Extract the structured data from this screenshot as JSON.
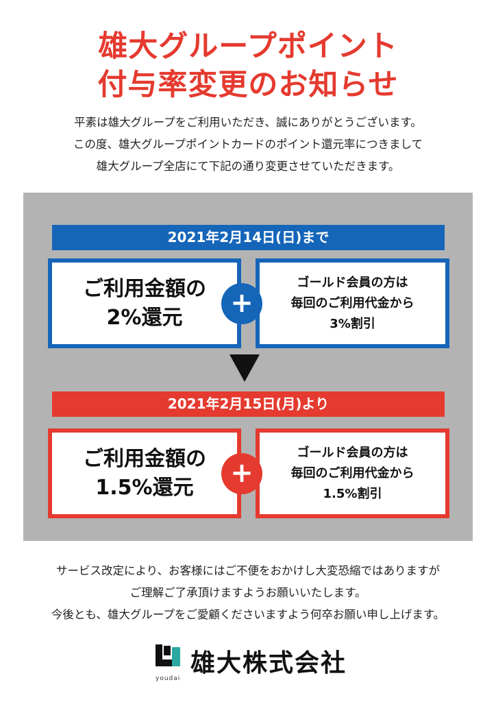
{
  "title": {
    "line1": "雄大グループポイント",
    "line2": "付与率変更のお知らせ"
  },
  "intro": {
    "line1": "平素は雄大グループをご利用いただき、誠にありがとうございます。",
    "line2": "この度、雄大グループポイントカードのポイント還元率につきまして",
    "line3": "雄大グループ全店にて下記の通り変更させていただきます。"
  },
  "before": {
    "period": "2021年2月14日(日)まで",
    "main_line1": "ご利用金額の",
    "main_line2": "2%還元",
    "plus": "+",
    "sub_line1": "ゴールド会員の方は",
    "sub_line2": "毎回のご利用代金から",
    "sub_line3": "3%割引"
  },
  "after": {
    "period": "2021年2月15日(月)より",
    "main_line1": "ご利用金額の",
    "main_line2": "1.5%還元",
    "plus": "+",
    "sub_line1": "ゴールド会員の方は",
    "sub_line2": "毎回のご利用代金から",
    "sub_line3": "1.5%割引"
  },
  "outro": {
    "line1": "サービス改定により、お客様にはご不便をおかけし大変恐縮ではありますが",
    "line2": "ご理解ご了承頂けますようお願いいたします。",
    "line3": "今後とも、雄大グループをご愛顧くださいますよう何卒お願い申し上げます。"
  },
  "footer": {
    "logo_text": "youdai",
    "company": "雄大株式会社"
  },
  "colors": {
    "red": "#e53a2f",
    "blue": "#1565b9",
    "panel_gray": "#b3b3b3"
  }
}
